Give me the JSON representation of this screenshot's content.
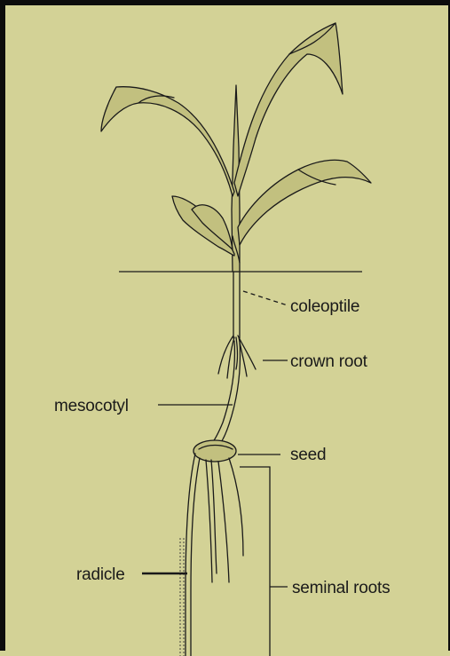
{
  "labels": {
    "coleoptile": "coleoptile",
    "crown_root": "crown root",
    "mesocotyl": "mesocotyl",
    "seed": "seed",
    "radicle": "radicle",
    "seminal_roots": "seminal roots"
  },
  "colors": {
    "background": "#d3d296",
    "ink": "#1a1a1a",
    "border": "#0c0c0c",
    "leaf_fill": "#c2c07f"
  }
}
